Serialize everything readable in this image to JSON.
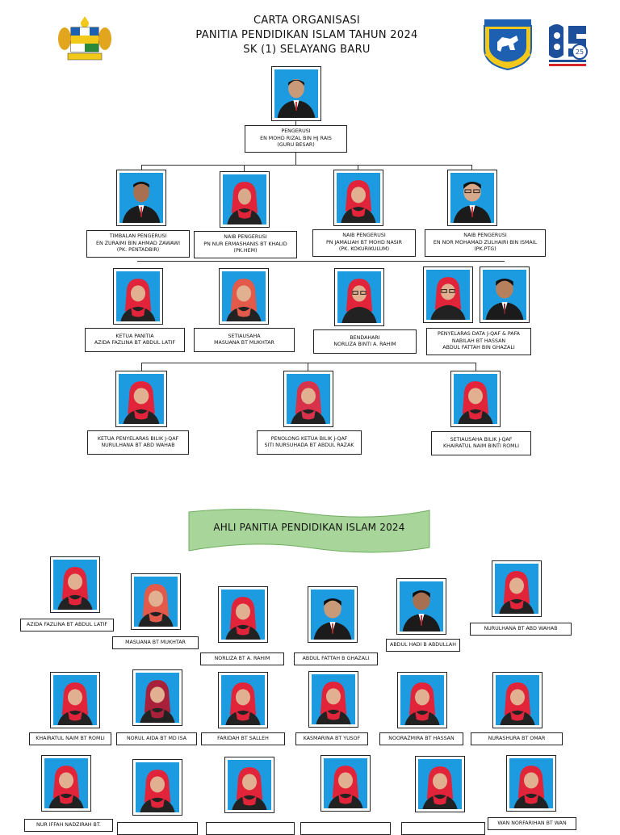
{
  "header": {
    "line1": "CARTA ORGANISASI",
    "line2": "PANITIA PENDIDIKAN ISLAM TAHUN 2024",
    "line3": "SK (1) SELAYANG BARU"
  },
  "logos": {
    "left": "malaysia-coat-of-arms-icon",
    "school": "school-crest-icon",
    "district": "district-25-logo-icon",
    "colors": {
      "blue": "#1d5fb0",
      "yellow": "#f2c81a",
      "red": "#d7262b"
    }
  },
  "top": {
    "l1": "PENGERUSI",
    "l2": "EN MOHD RIZAL BIN HJ RAIS",
    "l3": "(GURU BESAR)"
  },
  "tier2": [
    {
      "l1": "TIMBALAN PENGERUSI",
      "l2": "EN ZURAIMI BIN AHMAD ZAWAWI",
      "l3": "(PK. PENTADBIR)"
    },
    {
      "l1": "NAIB PENGERUSI",
      "l2": "PN NUR ERMASHANIS BT KHALID",
      "l3": "(PK.HEM)"
    },
    {
      "l1": "NAIB PENGERUSI",
      "l2": "PN JAMALIAH BT MOHD NASIR",
      "l3": "(PK. KOKURIKULUM)"
    },
    {
      "l1": "NAIB PENGERUSI",
      "l2": "EN NOR MOHAMAD ZULHAIRI BIN ISMAIL",
      "l3": "(PK.PTG)"
    }
  ],
  "tier3": [
    {
      "l1": "KETUA PANITIA",
      "l2": "AZIDA FAZLINA BT ABDUL LATIF"
    },
    {
      "l1": "SETIAUSAHA",
      "l2": "MASUANA BT MUKHTAR"
    },
    {
      "l1": "BENDAHARI",
      "l2": "NORLIZA BINTI A. RAHIM"
    },
    {
      "l1": "PENYELARAS DATA J-QAF & PAFA",
      "l2": "NABILAH BT HASSAN",
      "l3": "ABDUL FATTAH BIN GHAZALI"
    }
  ],
  "tier4": [
    {
      "l1": "KETUA PENYELARAS BILIK J-QAF",
      "l2": "NURULHANA BT ABD WAHAB"
    },
    {
      "l1": "PENOLONG KETUA BILIK J-QAF",
      "l2": "SITI NURSUHADA BT ABDUL RAZAK"
    },
    {
      "l1": "SETIAUSAHA BILIK J-QAF",
      "l2": "KHAIRATUL NAIM BINTI ROMLI"
    }
  ],
  "banner": "AHLI PANITIA PENDIDIKAN ISLAM 2024",
  "members_row1": [
    "AZIDA FAZLINA BT ABDUL LATIF",
    "MASUANA BT MUKHTAR",
    "NORLIZA BT A. RAHIM",
    "ABDUL FATTAH B GHAZALI",
    "ABDUL HADI B ABDULLAH",
    "NURULHANA BT ABD WAHAB"
  ],
  "members_row2": [
    "KHAIRATUL NAIM BT ROMLI",
    "NORUL AIDA BT MD ISA",
    "FARIDAH BT SALLEH",
    "KASMARINA BT YUSOF",
    "NOORAZMIRA BT HASSAN",
    "NURASHURA BT OMAR"
  ],
  "members_row3": [
    "NUR IFFAH NADZIRAH BT.",
    "",
    "",
    "",
    "",
    "WAN NORFARIHAN BT WAN"
  ]
}
